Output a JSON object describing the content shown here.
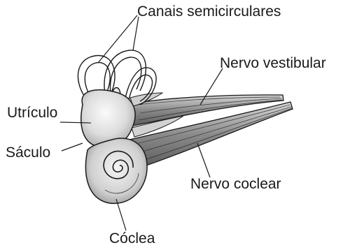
{
  "labels": {
    "semicircular_canals": "Canais semicirculares",
    "vestibular_nerve": "Nervo vestibular",
    "utricle": "Utrículo",
    "saccule": "Sáculo",
    "cochlear_nerve": "Nervo coclear",
    "cochlea": "Cóclea"
  },
  "colors": {
    "line": "#1a1a1a",
    "shade_light": "#e6e6e6",
    "shade_mid": "#bdbdbd",
    "shade_dark": "#8c8c8c",
    "background": "#ffffff"
  }
}
